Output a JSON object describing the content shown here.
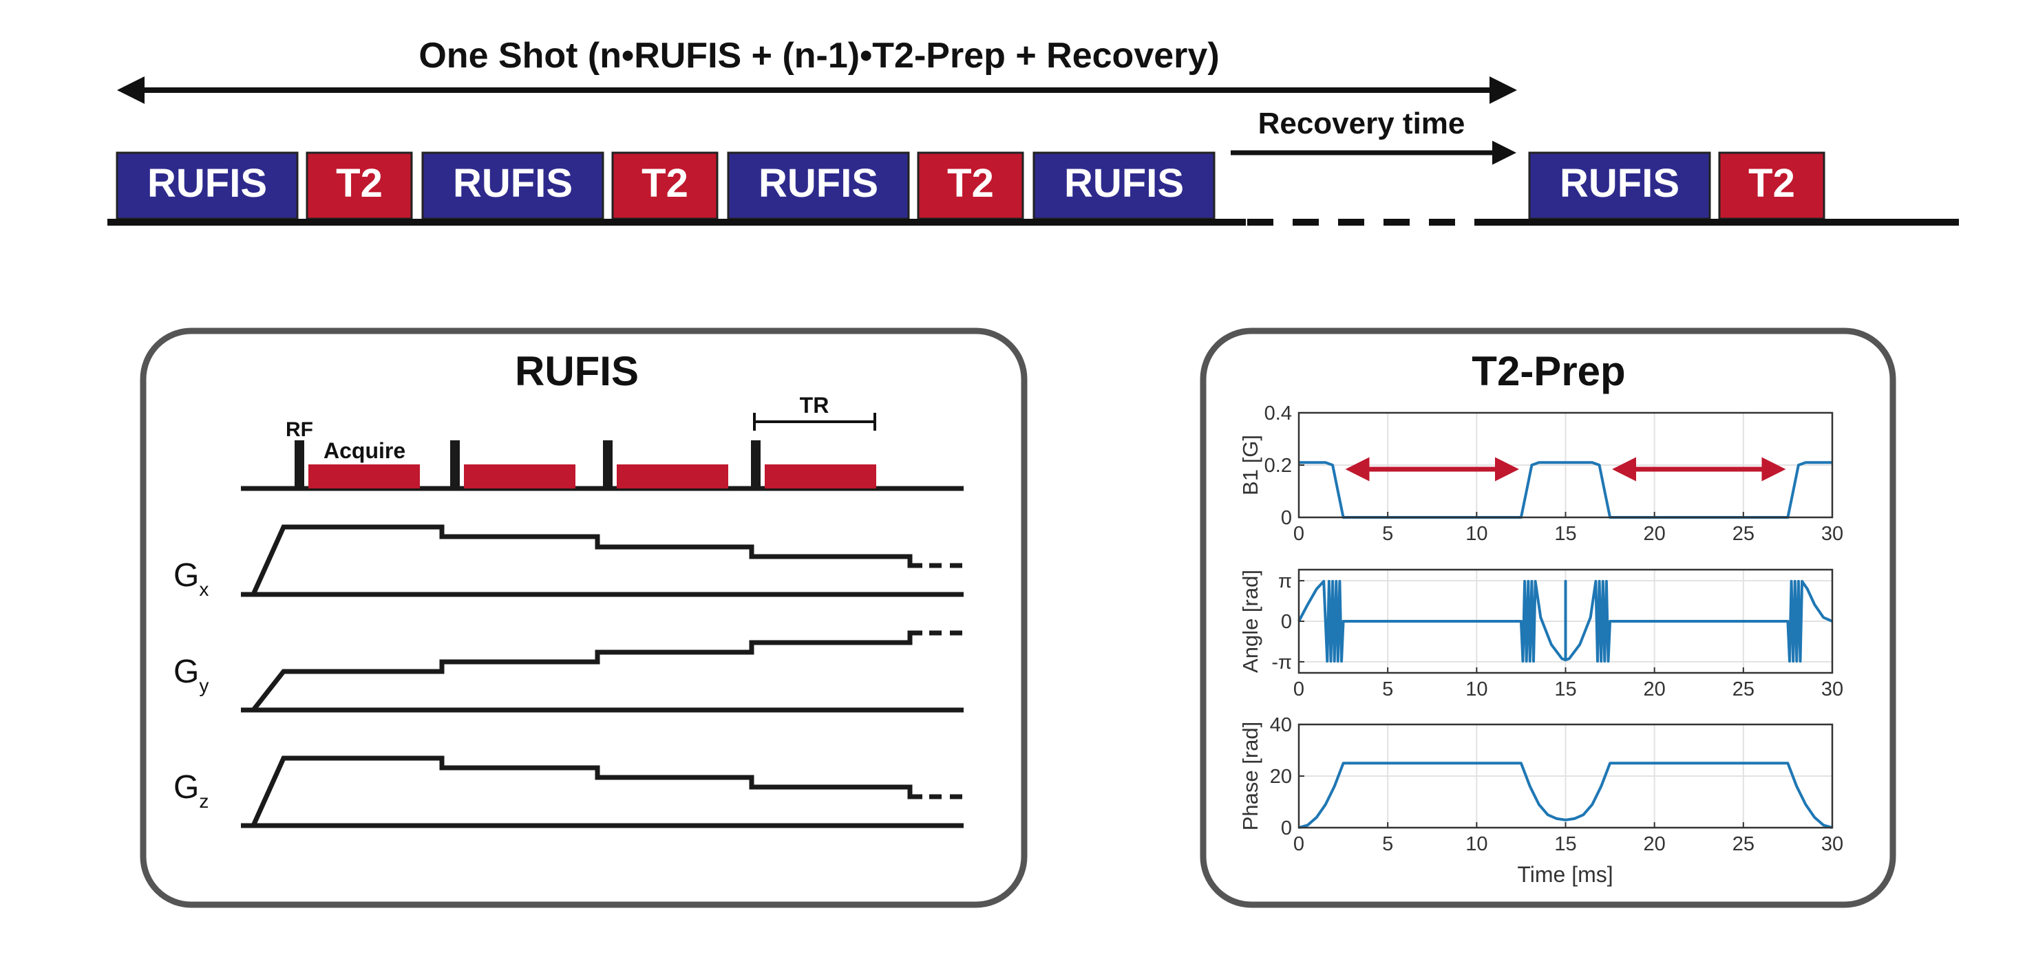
{
  "colors": {
    "rufis": "#2e2a8c",
    "t2": "#c0182e",
    "ink": "#111111",
    "panel_border": "#555555",
    "trace": "#1f77b4",
    "annotation_arrow": "#c0182e"
  },
  "sequence": {
    "title": "One Shot (n•RUFIS + (n-1)•T2-Prep + Recovery)",
    "recovery_label": "Recovery time",
    "blocks": [
      {
        "kind": "rufis",
        "label": "RUFIS"
      },
      {
        "kind": "t2",
        "label": "T2"
      },
      {
        "kind": "rufis",
        "label": "RUFIS"
      },
      {
        "kind": "t2",
        "label": "T2"
      },
      {
        "kind": "rufis",
        "label": "RUFIS"
      },
      {
        "kind": "t2",
        "label": "T2"
      },
      {
        "kind": "rufis",
        "label": "RUFIS"
      },
      {
        "kind": "rufis",
        "label": "RUFIS"
      },
      {
        "kind": "t2",
        "label": "T2"
      }
    ]
  },
  "rufis_panel": {
    "title": "RUFIS",
    "rf_label": "RF",
    "acquire_label": "Acquire",
    "tr_label": "TR",
    "gradients": [
      {
        "letter": "G",
        "sub": "x"
      },
      {
        "letter": "G",
        "sub": "y"
      },
      {
        "letter": "G",
        "sub": "z"
      }
    ]
  },
  "t2prep_panel": {
    "title": "T2-Prep",
    "xlabel": "Time [ms]",
    "x_ticks": [
      "0",
      "5",
      "10",
      "15",
      "20",
      "25",
      "30"
    ],
    "subplots": [
      {
        "ylabel": "B1 [G]",
        "y_ticks": [
          "0",
          "0.2",
          "0.4"
        ]
      },
      {
        "ylabel": "Angle [rad]",
        "y_ticks": [
          "-π",
          "0",
          "π"
        ]
      },
      {
        "ylabel": "Phase [rad]",
        "y_ticks": [
          "0",
          "20",
          "40"
        ]
      }
    ]
  },
  "chart_data": [
    {
      "type": "line",
      "xlabel": "",
      "ylabel": "B1 [G]",
      "xlim": [
        0,
        30
      ],
      "ylim": [
        0,
        0.4
      ],
      "grid": true,
      "x": [
        0,
        1.5,
        1.9,
        2.2,
        2.5,
        12.5,
        12.8,
        13.1,
        13.5,
        16.5,
        16.9,
        17.2,
        17.5,
        27.5,
        27.8,
        28.1,
        28.5,
        30
      ],
      "y": [
        0.21,
        0.21,
        0.2,
        0.1,
        0,
        0,
        0.1,
        0.2,
        0.21,
        0.21,
        0.2,
        0.1,
        0,
        0,
        0.1,
        0.2,
        0.21,
        0.21
      ],
      "annotations": [
        {
          "type": "double-arrow",
          "x_from": 2.5,
          "x_to": 12.5,
          "y": 0.2
        },
        {
          "type": "double-arrow",
          "x_from": 17.5,
          "x_to": 27.5,
          "y": 0.2
        }
      ]
    },
    {
      "type": "line",
      "xlabel": "",
      "ylabel": "Angle [rad]",
      "xlim": [
        0,
        30
      ],
      "ylim": [
        -4,
        4
      ],
      "grid": true,
      "x": [
        0,
        0.5,
        1.0,
        1.4,
        1.6,
        1.7,
        1.8,
        1.9,
        2.0,
        2.1,
        2.2,
        2.3,
        2.4,
        2.5,
        12.5,
        12.6,
        12.7,
        12.8,
        12.9,
        13.0,
        13.1,
        13.2,
        13.3,
        13.6,
        14.2,
        14.8,
        15.0,
        15.0,
        15.0,
        15.2,
        15.8,
        16.4,
        16.7,
        16.8,
        16.9,
        17.0,
        17.1,
        17.2,
        17.3,
        17.4,
        17.5,
        27.5,
        27.6,
        27.7,
        27.8,
        27.9,
        28.0,
        28.1,
        28.2,
        28.3,
        28.6,
        29.0,
        29.5,
        30
      ],
      "y": [
        0,
        1.3,
        2.5,
        3.1,
        -3.1,
        3.1,
        -3.1,
        3.1,
        -3.1,
        3.1,
        -3.1,
        3.1,
        -3.1,
        0,
        0,
        -3.1,
        3.1,
        -3.1,
        3.1,
        -3.1,
        3.1,
        -3.1,
        3.1,
        0.3,
        -1.8,
        -2.9,
        -3.0,
        3.1,
        -3.0,
        -2.9,
        -1.8,
        0.3,
        3.1,
        -3.1,
        3.1,
        -3.1,
        3.1,
        -3.1,
        3.1,
        -3.1,
        0,
        0,
        -3.1,
        3.1,
        -3.1,
        3.1,
        -3.1,
        3.1,
        -3.1,
        3.1,
        2.5,
        1.3,
        0.3,
        0
      ]
    },
    {
      "type": "line",
      "xlabel": "Time [ms]",
      "ylabel": "Phase [rad]",
      "xlim": [
        0,
        30
      ],
      "ylim": [
        0,
        40
      ],
      "grid": true,
      "x": [
        0,
        0.5,
        1.0,
        1.5,
        2.0,
        2.5,
        12.5,
        13.0,
        13.5,
        14.0,
        14.5,
        15.0,
        15.5,
        16.0,
        16.5,
        17.0,
        17.5,
        27.5,
        28.0,
        28.5,
        29.0,
        29.5,
        30
      ],
      "y": [
        0,
        1,
        4,
        9,
        16,
        25,
        25,
        16,
        9,
        5,
        3.5,
        3,
        3.5,
        5,
        9,
        16,
        25,
        25,
        16,
        9,
        4,
        1,
        0
      ]
    }
  ]
}
